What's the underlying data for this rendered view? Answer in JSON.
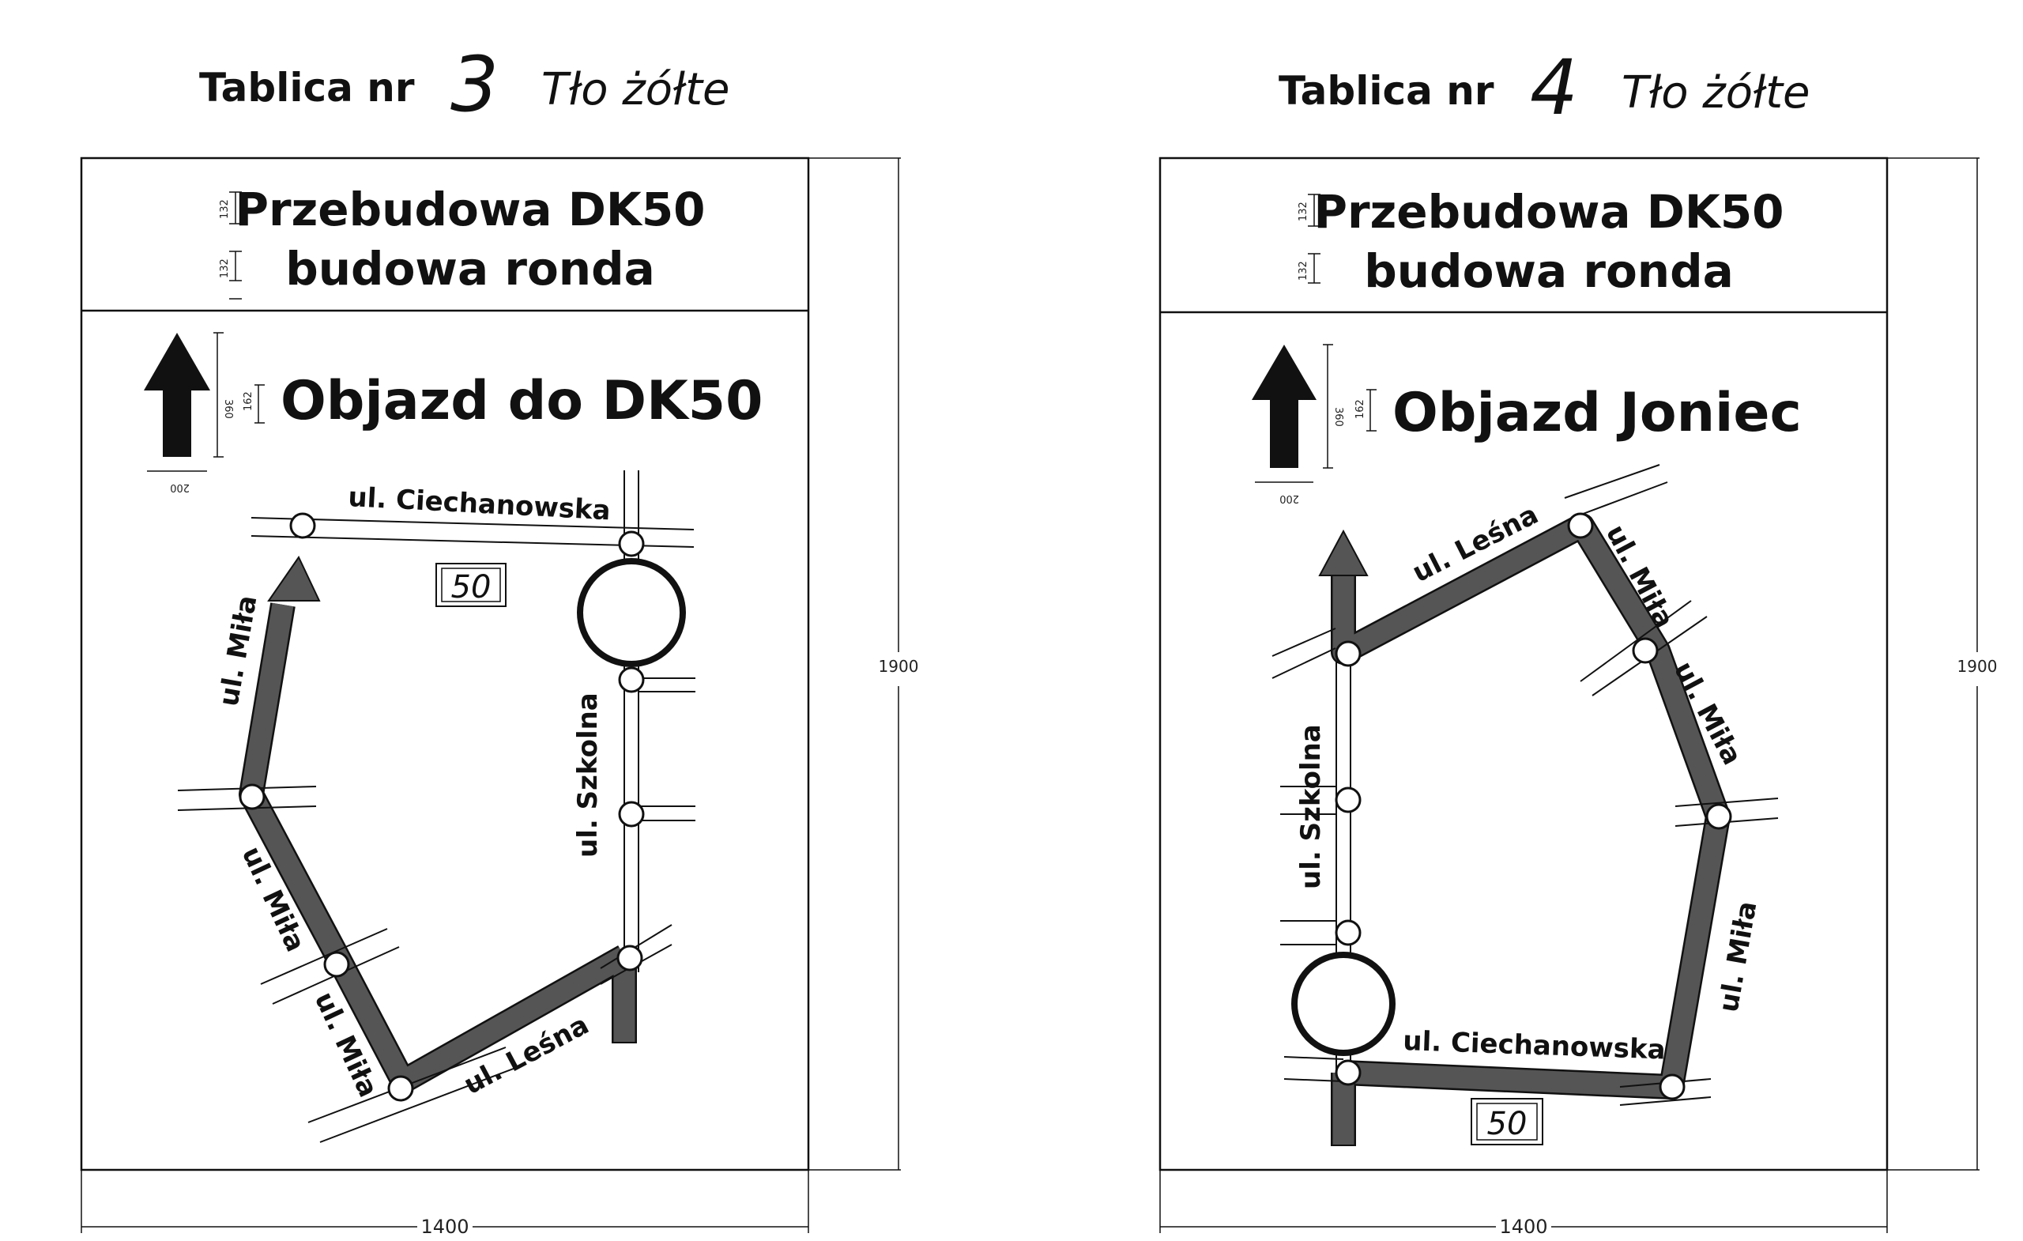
{
  "boards": [
    {
      "title_prefix": "Tablica nr",
      "number": "3",
      "background_note": "Tło żółte",
      "header_line1": "Przebudowa DK50",
      "header_line2": "budowa ronda",
      "direction_text": "Objazd do DK50",
      "width_dim": "1400",
      "height_dim": "1900",
      "dim_text_height": "132",
      "dim_direction_height": "162",
      "dim_arrow_height": "360",
      "dim_arrow_width": "200",
      "route_sign": "50",
      "streets": {
        "ciechanowska": "ul. Ciechanowska",
        "szkolna": "ul. Szkolna",
        "mila_1": "ul. Miła",
        "mila_2": "ul. Miła",
        "mila_3": "ul. Miła",
        "lesna": "ul. Leśna"
      }
    },
    {
      "title_prefix": "Tablica nr",
      "number": "4",
      "background_note": "Tło żółte",
      "header_line1": "Przebudowa DK50",
      "header_line2": "budowa ronda",
      "direction_text": "Objazd Joniec",
      "width_dim": "1400",
      "height_dim": "1900",
      "dim_text_height": "132",
      "dim_direction_height": "162",
      "dim_arrow_height": "360",
      "dim_arrow_width": "200",
      "route_sign": "50",
      "streets": {
        "lesna": "ul. Leśna",
        "szkolna": "ul. Szkolna",
        "mila_1": "ul. Miła",
        "mila_2": "ul. Miła",
        "mila_3": "ul. Miła",
        "ciechanowska": "ul. Ciechanowska"
      }
    }
  ],
  "colors": {
    "line": "#111111",
    "detour_road": "#555555",
    "background": "#ffffff"
  }
}
